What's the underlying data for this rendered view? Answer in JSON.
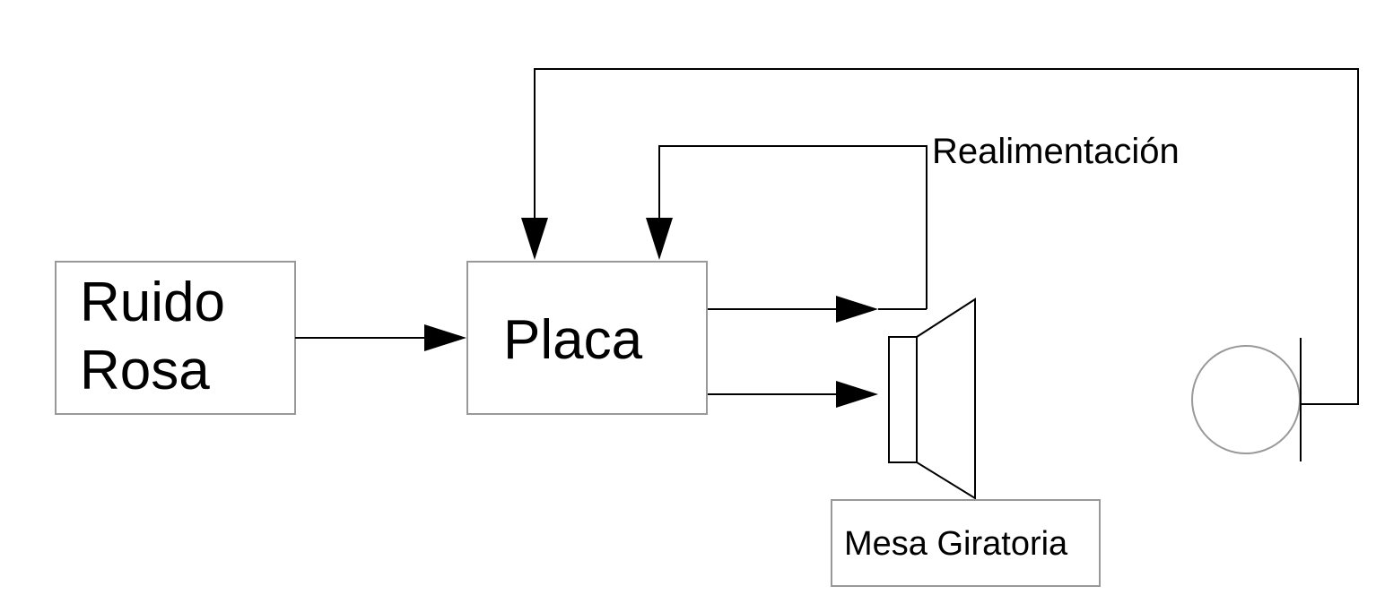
{
  "diagram": {
    "blocks": {
      "ruido_rosa": {
        "line1": "Ruido",
        "line2": "Rosa"
      },
      "placa": {
        "label": "Placa"
      },
      "mesa_giratoria": {
        "label": "Mesa Giratoria"
      }
    },
    "labels": {
      "realimentacion": "Realimentación"
    },
    "components": {
      "speaker": "speaker-icon",
      "microphone": "microphone-icon"
    },
    "colors": {
      "stroke": "#000000",
      "box_border": "#999999",
      "background": "#ffffff"
    }
  }
}
